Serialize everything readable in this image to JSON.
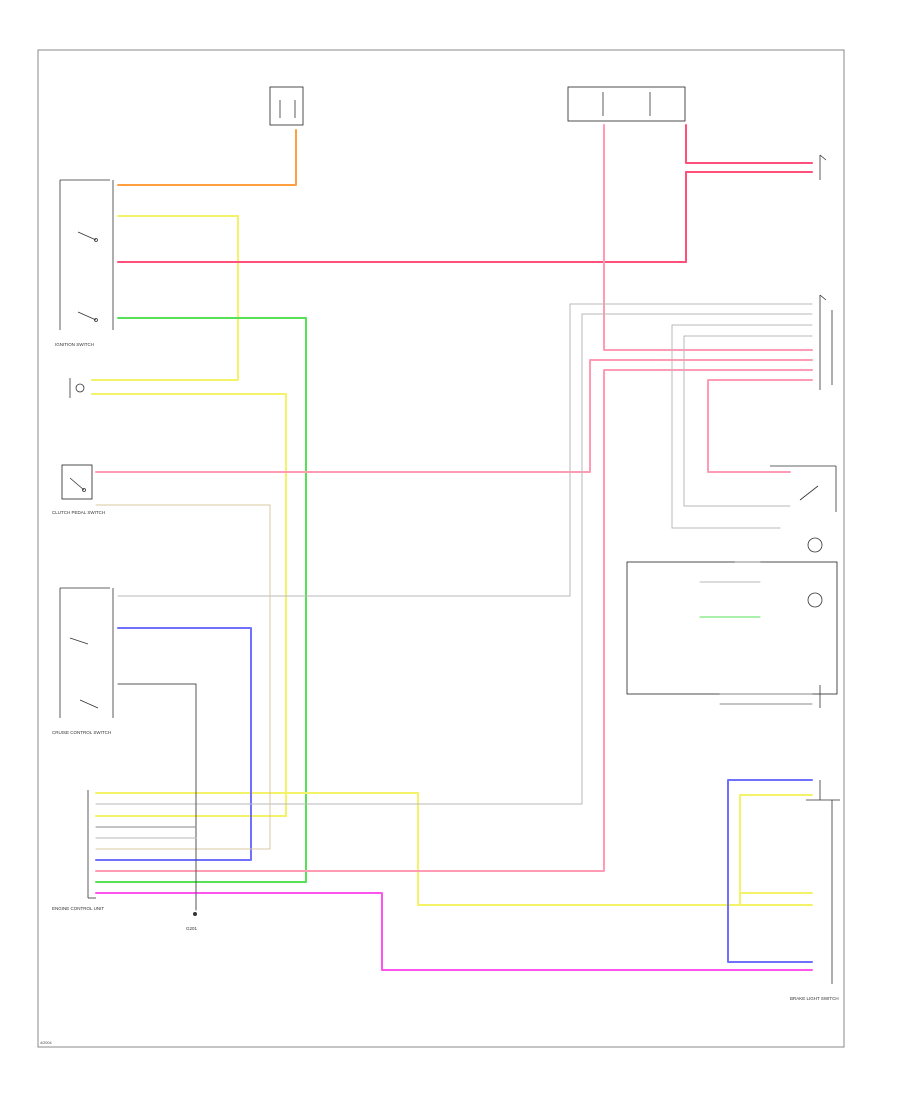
{
  "colors": {
    "red": "#ff4f7a",
    "pink_thin": "#ff9bb4",
    "yellow": "#f4f266",
    "green": "#55e055",
    "orange": "#ffa040",
    "blue": "#7070ff",
    "magenta": "#ff55ee",
    "gray": "#b8b8b8",
    "tan": "#d8c8a0",
    "dark": "#555555",
    "frame": "#888888"
  },
  "labels": {
    "ignition_switch": "IGNITION SWITCH",
    "engine_control_unit": "ENGINE CONTROL UNIT",
    "clutch_pedal_switch": "CLUTCH PEDAL SWITCH",
    "brake_light_switch": "BRAKE LIGHT SWITCH",
    "cruise_switch": "CRUISE CONTROL SWITCH",
    "ground": "G201",
    "footer": "4/2004"
  }
}
